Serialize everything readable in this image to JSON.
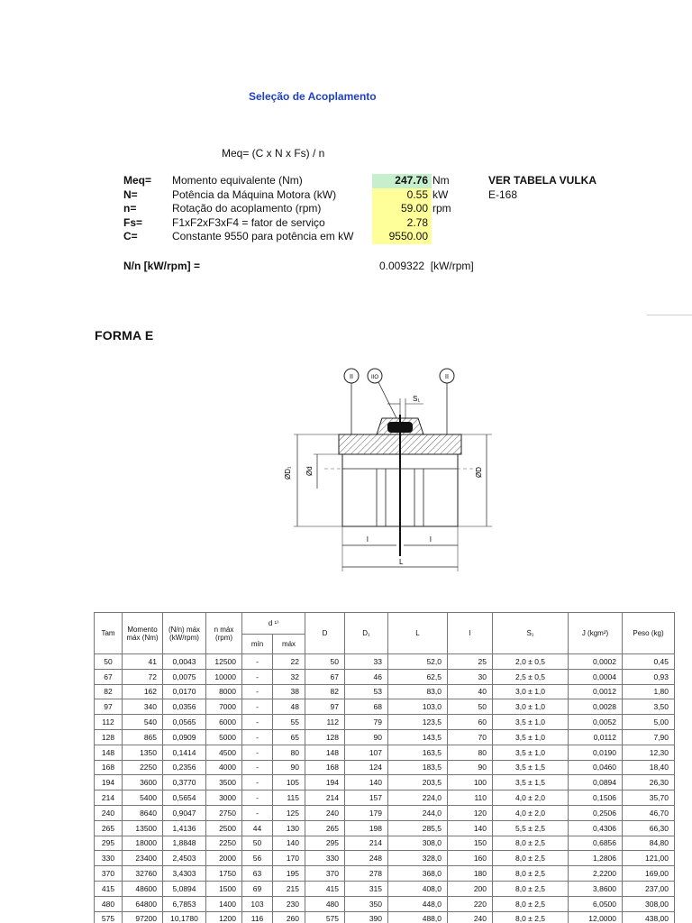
{
  "title": "Seleção de Acoplamento",
  "formula": "Meq= (C x N x Fs) / n",
  "params": [
    {
      "symbol": "Meq=",
      "desc": "Momento equivalente (Nm)",
      "value": "247.76",
      "unit": "Nm",
      "extra": "VER TABELA VULKA",
      "style": "green"
    },
    {
      "symbol": "N=",
      "desc": "Potência da Máquina Motora (kW)",
      "value": "0.55",
      "unit": "kW",
      "extra": "E-168",
      "style": "yellow"
    },
    {
      "symbol": "n=",
      "desc": "Rotação do acoplamento (rpm)",
      "value": "59.00",
      "unit": "rpm",
      "extra": "",
      "style": "yellow"
    },
    {
      "symbol": "Fs=",
      "desc": "F1xF2xF3xF4 = fator de serviço",
      "value": "2.78",
      "unit": "",
      "extra": "",
      "style": "yellow"
    },
    {
      "symbol": "C=",
      "desc": "Constante 9550 para potência em kW",
      "value": "9550.00",
      "unit": "",
      "extra": "",
      "style": "yellow"
    }
  ],
  "nn": {
    "label": "N/n [kW/rpm] =",
    "value": "0.009322",
    "unit": "[kW/rpm]"
  },
  "forma": "FORMA E",
  "drawing": {
    "callouts": [
      "II",
      "IIO",
      "II"
    ],
    "s1": "S₁",
    "dim_D1": "ØD₁",
    "dim_d": "Ød",
    "dim_D": "ØD",
    "dim_l_left": "l",
    "dim_l_right": "l",
    "dim_L": "L"
  },
  "table": {
    "headers": {
      "tam": "Tam",
      "momento": "Momento máx (Nm)",
      "nn_max": "(N/n) máx (kW/rpm)",
      "n_max": "n máx (rpm)",
      "d": "d ¹⁾",
      "d_min": "mín",
      "d_max": "máx",
      "D": "D",
      "D1": "D₁",
      "L": "L",
      "l": "l",
      "S1": "S₁",
      "J": "J (kgm²)",
      "peso": "Peso (kg)"
    },
    "rows": [
      [
        "50",
        "41",
        "0,0043",
        "12500",
        "-",
        "22",
        "50",
        "33",
        "52,0",
        "25",
        "2,0 ± 0,5",
        "0,0002",
        "0,45"
      ],
      [
        "67",
        "72",
        "0,0075",
        "10000",
        "-",
        "32",
        "67",
        "46",
        "62,5",
        "30",
        "2,5 ± 0,5",
        "0,0004",
        "0,93"
      ],
      [
        "82",
        "162",
        "0,0170",
        "8000",
        "-",
        "38",
        "82",
        "53",
        "83,0",
        "40",
        "3,0 ± 1,0",
        "0,0012",
        "1,80"
      ],
      [
        "97",
        "340",
        "0,0356",
        "7000",
        "-",
        "48",
        "97",
        "68",
        "103,0",
        "50",
        "3,0 ± 1,0",
        "0,0028",
        "3,50"
      ],
      [
        "112",
        "540",
        "0,0565",
        "6000",
        "-",
        "55",
        "112",
        "79",
        "123,5",
        "60",
        "3,5 ± 1,0",
        "0,0052",
        "5,00"
      ],
      [
        "128",
        "865",
        "0,0909",
        "5000",
        "-",
        "65",
        "128",
        "90",
        "143,5",
        "70",
        "3,5 ± 1,0",
        "0,0112",
        "7,90"
      ],
      [
        "148",
        "1350",
        "0,1414",
        "4500",
        "-",
        "80",
        "148",
        "107",
        "163,5",
        "80",
        "3,5 ± 1,0",
        "0,0190",
        "12,30"
      ],
      [
        "168",
        "2250",
        "0,2356",
        "4000",
        "-",
        "90",
        "168",
        "124",
        "183,5",
        "90",
        "3,5 ± 1,5",
        "0,0460",
        "18,40"
      ],
      [
        "194",
        "3600",
        "0,3770",
        "3500",
        "-",
        "105",
        "194",
        "140",
        "203,5",
        "100",
        "3,5 ± 1,5",
        "0,0894",
        "26,30"
      ],
      [
        "214",
        "5400",
        "0,5654",
        "3000",
        "-",
        "115",
        "214",
        "157",
        "224,0",
        "110",
        "4,0 ± 2,0",
        "0,1506",
        "35,70"
      ],
      [
        "240",
        "8640",
        "0,9047",
        "2750",
        "-",
        "125",
        "240",
        "179",
        "244,0",
        "120",
        "4,0 ± 2,0",
        "0,2506",
        "46,70"
      ],
      [
        "265",
        "13500",
        "1,4136",
        "2500",
        "44",
        "130",
        "265",
        "198",
        "285,5",
        "140",
        "5,5 ± 2,5",
        "0,4306",
        "66,30"
      ],
      [
        "295",
        "18000",
        "1,8848",
        "2250",
        "50",
        "140",
        "295",
        "214",
        "308,0",
        "150",
        "8,0 ± 2,5",
        "0,6856",
        "84,80"
      ],
      [
        "330",
        "23400",
        "2,4503",
        "2000",
        "56",
        "170",
        "330",
        "248",
        "328,0",
        "160",
        "8,0 ± 2,5",
        "1,2806",
        "121,00"
      ],
      [
        "370",
        "32760",
        "3,4303",
        "1750",
        "63",
        "195",
        "370",
        "278",
        "368,0",
        "180",
        "8,0 ± 2,5",
        "2,2200",
        "169,00"
      ],
      [
        "415",
        "48600",
        "5,0894",
        "1500",
        "69",
        "215",
        "415",
        "315",
        "408,0",
        "200",
        "8,0 ± 2,5",
        "3,8600",
        "237,00"
      ],
      [
        "480",
        "64800",
        "6,7853",
        "1400",
        "103",
        "230",
        "480",
        "350",
        "448,0",
        "220",
        "8,0 ± 2,5",
        "6,0500",
        "308,00"
      ],
      [
        "575",
        "97200",
        "10,1780",
        "1200",
        "116",
        "260",
        "575",
        "390",
        "488,0",
        "240",
        "8,0 ± 2,5",
        "12,0000",
        "438,00"
      ]
    ]
  }
}
